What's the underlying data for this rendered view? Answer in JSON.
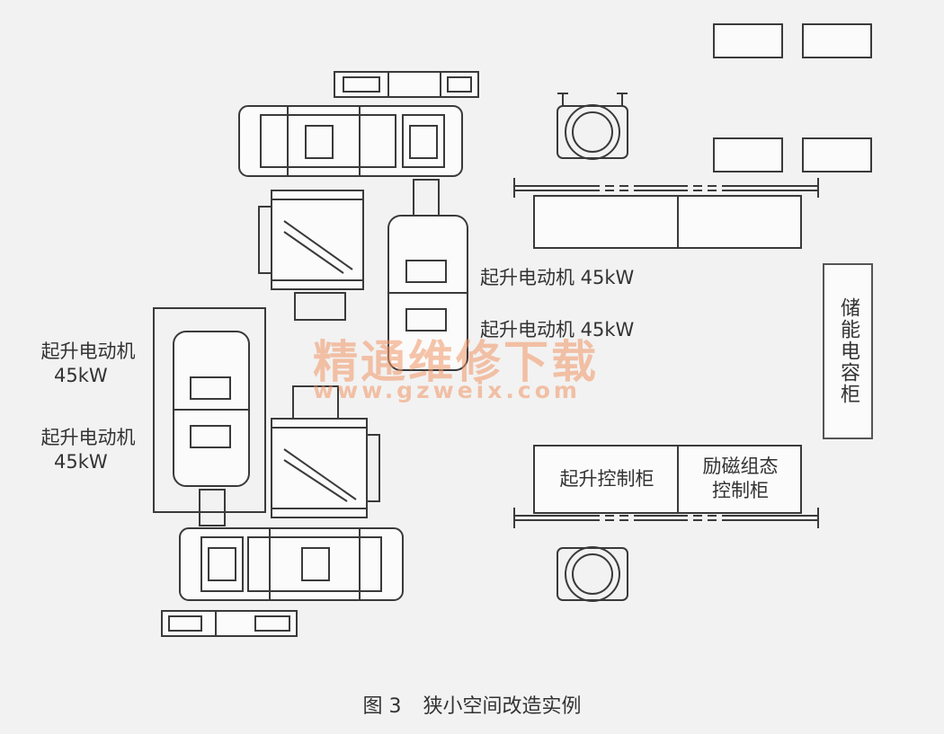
{
  "labels": {
    "motor_right_1": "起升电动机 45kW",
    "motor_right_2": "起升电动机 45kW",
    "motor_left_1_name": "起升电动机",
    "motor_left_1_power": "45kW",
    "motor_left_2_name": "起升电动机",
    "motor_left_2_power": "45kW",
    "energy_storage_cabinet": "储能电容柜",
    "hoist_control_cabinet": "起升控制柜",
    "excitation_cabinet_line1": "励磁组态",
    "excitation_cabinet_line2": "控制柜"
  },
  "watermark": {
    "title": "精通维修下载",
    "url": "www.gzweix.com"
  },
  "caption": {
    "number": "图 3",
    "title": "狭小空间改造实例"
  },
  "colors": {
    "background": "#f2f2f2",
    "line": "#3a3a3a",
    "watermark": "#f09664"
  }
}
